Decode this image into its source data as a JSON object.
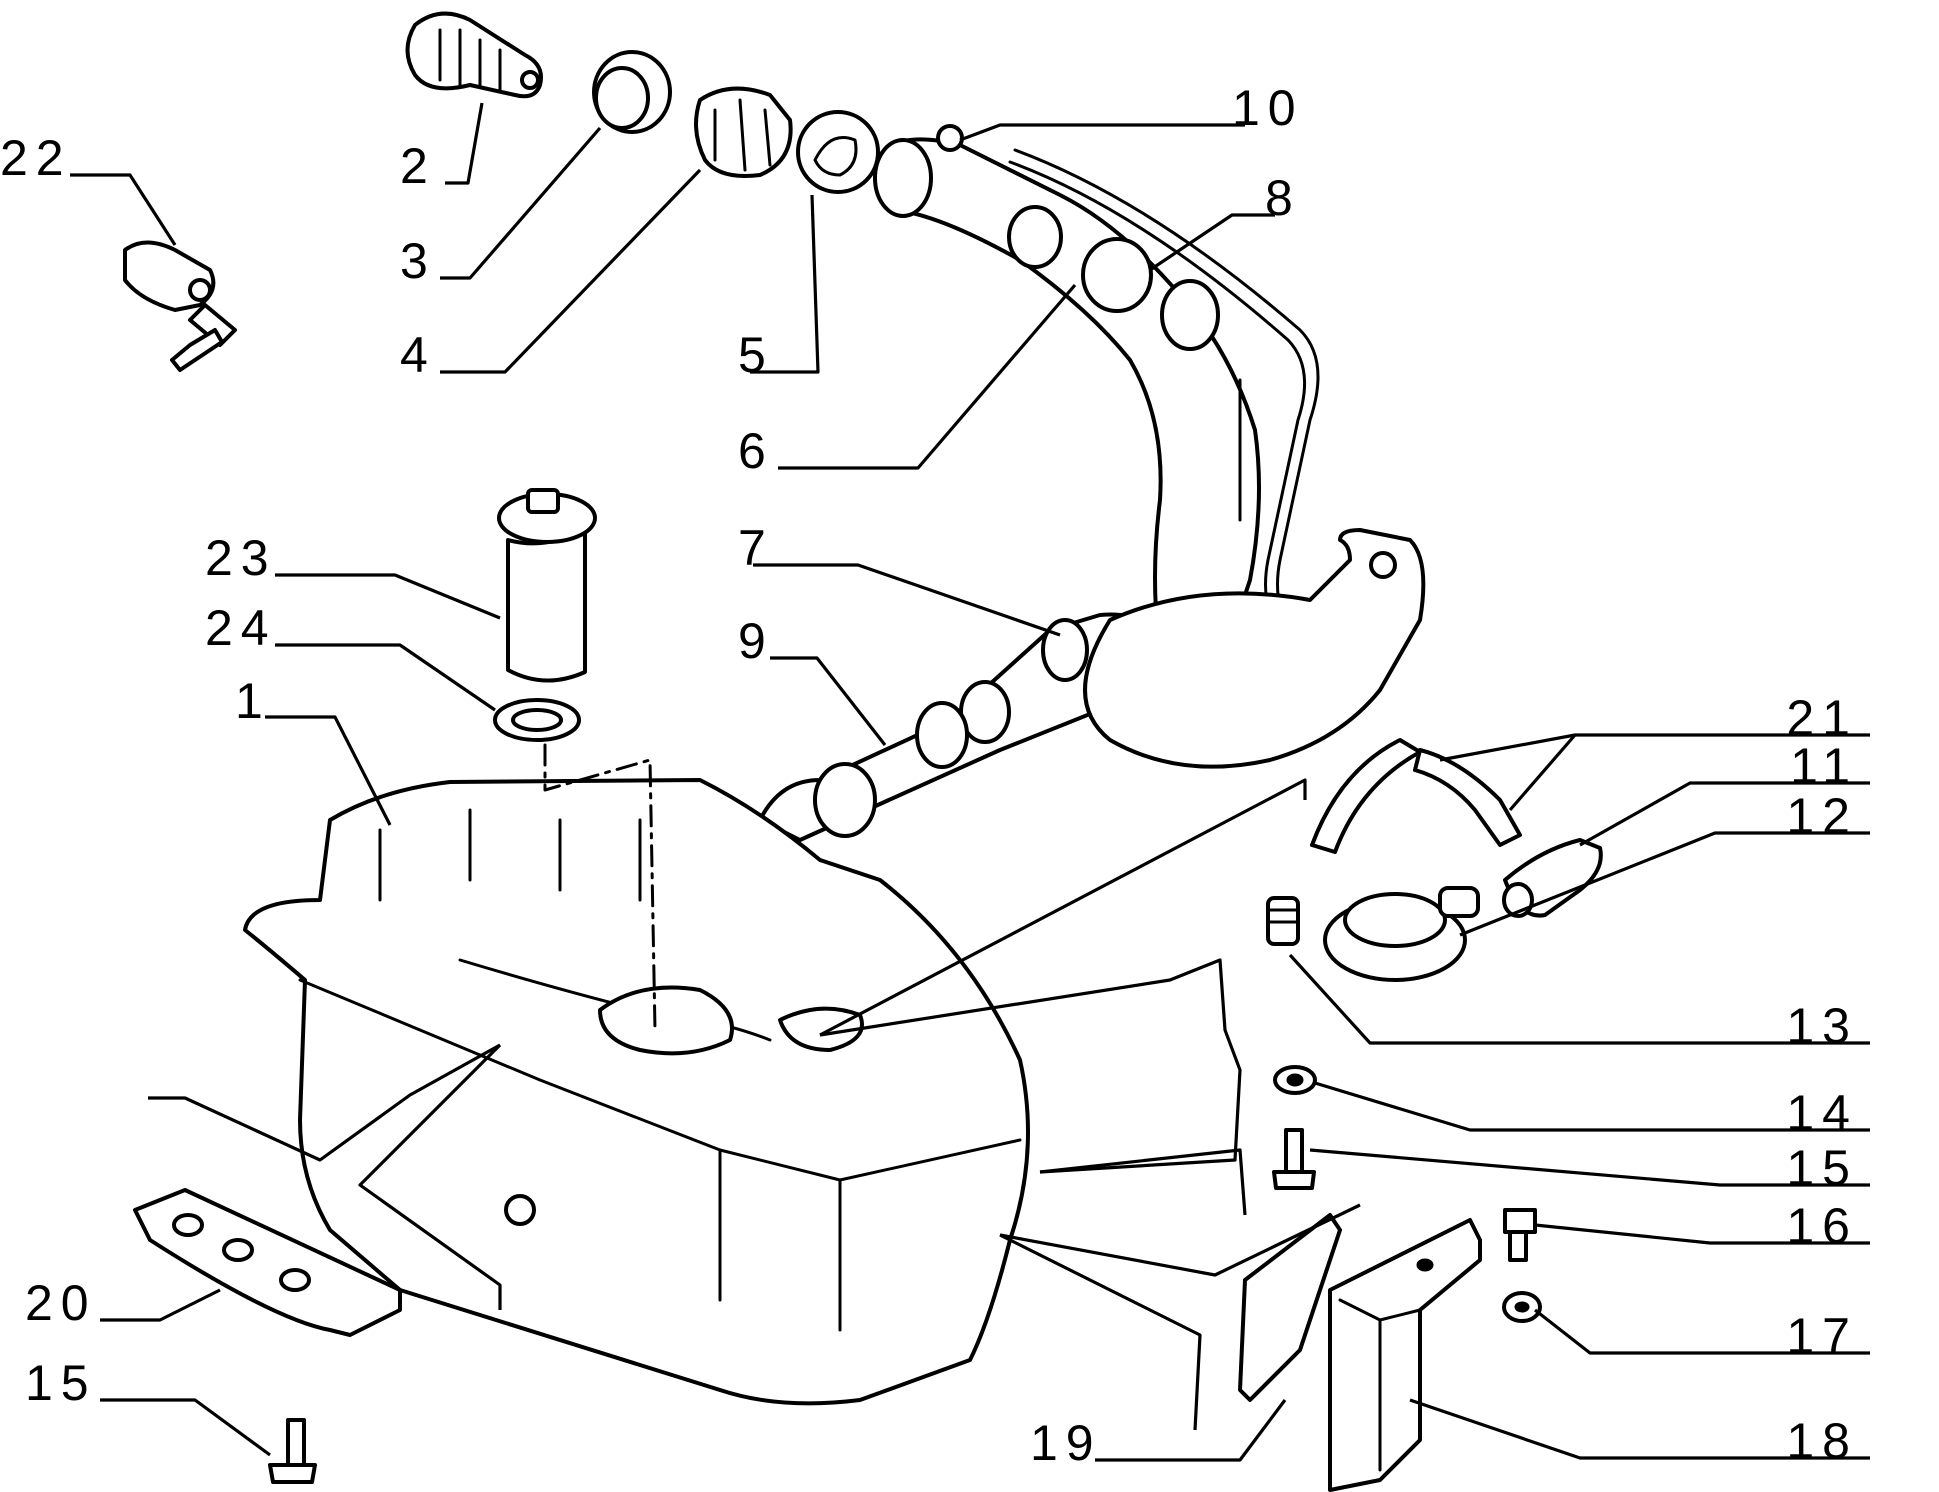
{
  "diagram": {
    "callouts": [
      {
        "id": "c1",
        "label": "1"
      },
      {
        "id": "c2",
        "label": "2"
      },
      {
        "id": "c3",
        "label": "3"
      },
      {
        "id": "c4",
        "label": "4"
      },
      {
        "id": "c5",
        "label": "5"
      },
      {
        "id": "c6",
        "label": "6"
      },
      {
        "id": "c7",
        "label": "7"
      },
      {
        "id": "c8",
        "label": "8"
      },
      {
        "id": "c9",
        "label": "9"
      },
      {
        "id": "c10",
        "label": "10"
      },
      {
        "id": "c11",
        "label": "11"
      },
      {
        "id": "c12",
        "label": "12"
      },
      {
        "id": "c13",
        "label": "13"
      },
      {
        "id": "c14",
        "label": "14"
      },
      {
        "id": "c15a",
        "label": "15"
      },
      {
        "id": "c15b",
        "label": "15"
      },
      {
        "id": "c16",
        "label": "16"
      },
      {
        "id": "c17",
        "label": "17"
      },
      {
        "id": "c18",
        "label": "18"
      },
      {
        "id": "c19",
        "label": "19"
      },
      {
        "id": "c20",
        "label": "20"
      },
      {
        "id": "c21",
        "label": "21"
      },
      {
        "id": "c22",
        "label": "22"
      },
      {
        "id": "c23",
        "label": "23"
      },
      {
        "id": "c24",
        "label": "24"
      }
    ]
  }
}
